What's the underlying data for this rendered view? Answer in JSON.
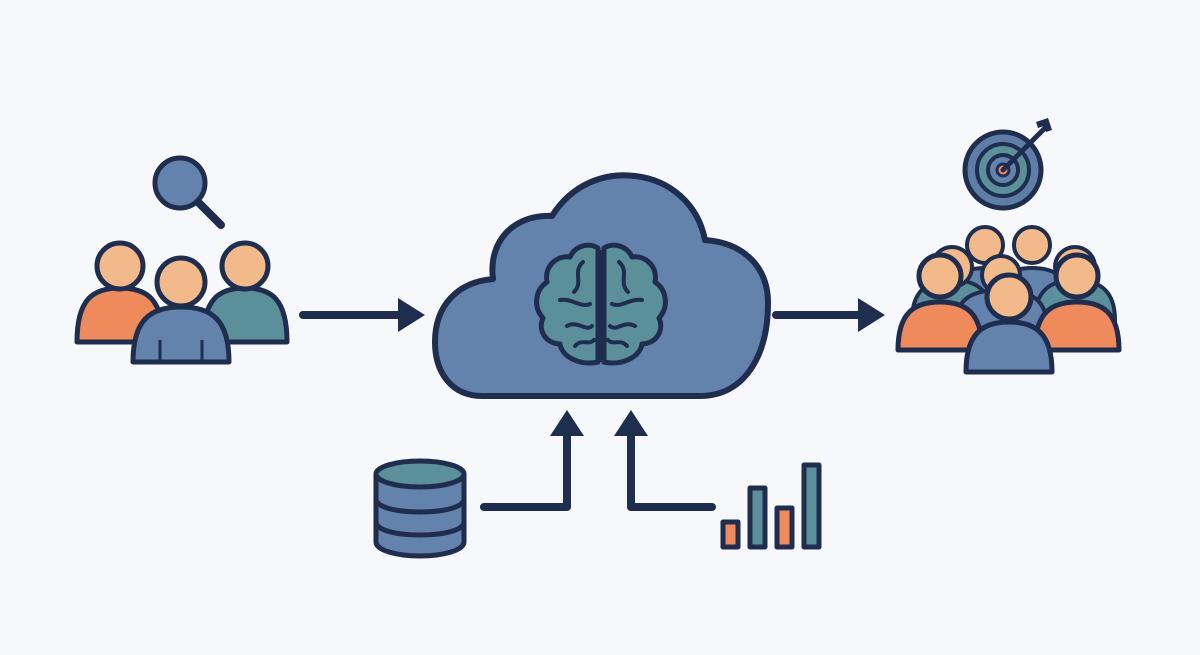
{
  "diagram": {
    "nodes": [
      {
        "id": "audience",
        "icon": "user-group-search-icon"
      },
      {
        "id": "ai-cloud",
        "icon": "cloud-brain-icon"
      },
      {
        "id": "targeted-audience",
        "icon": "user-group-target-icon"
      },
      {
        "id": "data-store",
        "icon": "database-icon"
      },
      {
        "id": "analytics",
        "icon": "bar-chart-icon"
      }
    ],
    "edges": [
      {
        "from": "audience",
        "to": "ai-cloud"
      },
      {
        "from": "ai-cloud",
        "to": "targeted-audience"
      },
      {
        "from": "data-store",
        "to": "ai-cloud"
      },
      {
        "from": "analytics",
        "to": "ai-cloud"
      }
    ],
    "bar_chart_levels": [
      0.3,
      0.72,
      0.48,
      1.0
    ]
  },
  "colors": {
    "background": "#f7f8fb",
    "outline": "#1f2d4e",
    "slate_blue": "#6383ad",
    "teal": "#5b8f99",
    "orange": "#ef8a5c",
    "skin": "#f2b98a",
    "target_ring": "#5e7ea7"
  }
}
